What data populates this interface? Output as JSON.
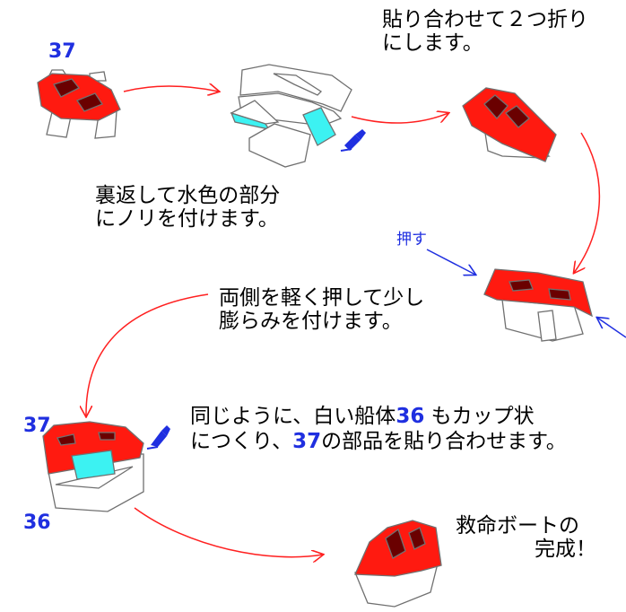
{
  "labels": {
    "part37_top": "37",
    "part37_mid": "37",
    "part36": "36",
    "push": "押す"
  },
  "steps": {
    "glue_line1": "裏返して水色の部分",
    "glue_line2": "にノリを付けます。",
    "fold_line1": "貼り合わせて２つ折り",
    "fold_line2": "にします。",
    "press_line1": "両側を軽く押して少し",
    "press_line2": "膨らみを付けます。",
    "same_line1_a": "同じように、白い船体",
    "same_line1_num": "36",
    "same_line1_b": "もカップ状",
    "same_line2_a": "につくり、",
    "same_line2_num": "37",
    "same_line2_b": "の部品を貼り合わせます。",
    "done_line1": "救命ボートの",
    "done_line2": "完成！"
  },
  "colors": {
    "hull_red": "#ff1a10",
    "window_brown": "#6a0000",
    "glue_cyan": "#3cf2f2",
    "arrow_red": "#ff2020",
    "label_blue": "#1f2fe0",
    "outline_gray": "#707070"
  }
}
